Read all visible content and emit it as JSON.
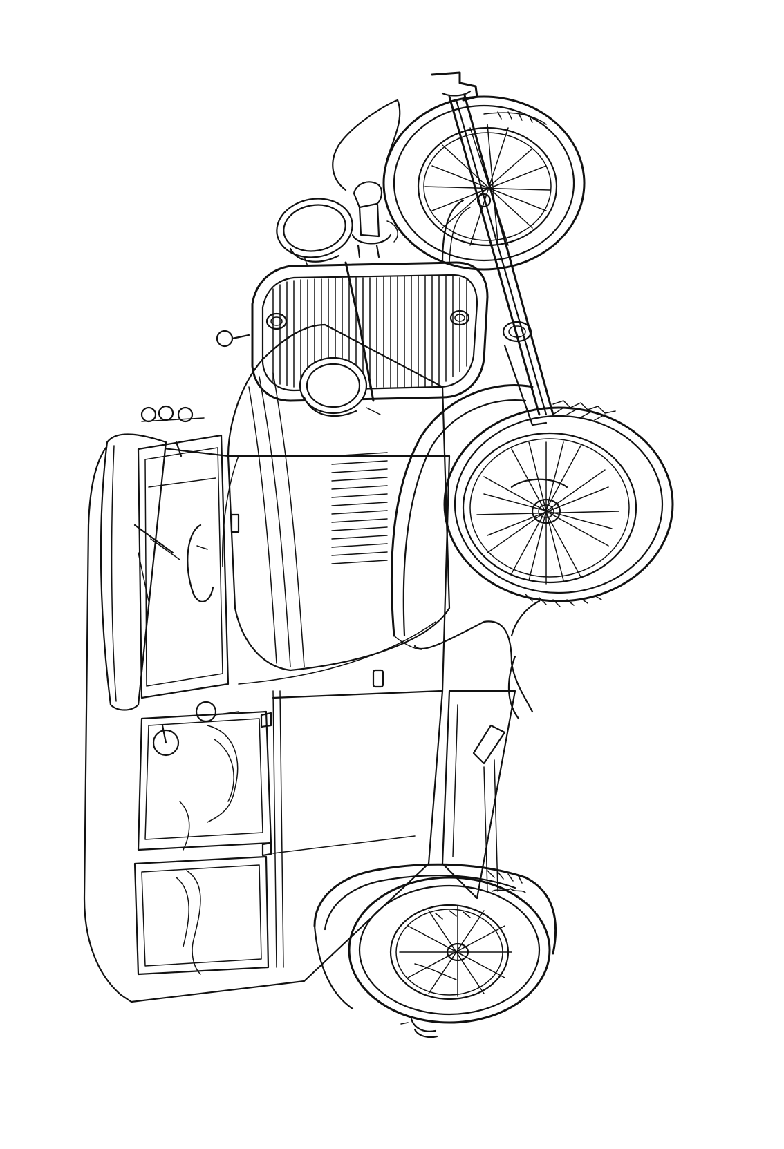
{
  "page": {
    "background_color": "#ffffff",
    "line_color": "#111111"
  },
  "illustration": {
    "subject": "vintage-car-line-art",
    "style": "outline",
    "orientation": "rotated"
  }
}
